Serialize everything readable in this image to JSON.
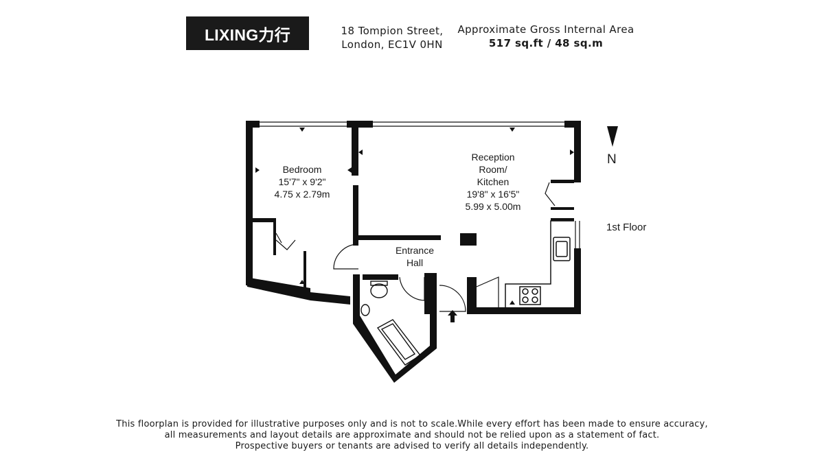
{
  "header": {
    "logo_text": "LIXING力行",
    "address_line1": "18 Tompion Street,",
    "address_line2": "London, EC1V 0HN",
    "area_label": "Approximate Gross Internal Area",
    "area_value": "517 sq.ft / 48 sq.m"
  },
  "rooms": {
    "bedroom": {
      "name": "Bedroom",
      "imperial": "15'7\" x 9'2\"",
      "metric": "4.75 x 2.79m"
    },
    "reception": {
      "line1": "Reception",
      "line2": "Room/",
      "line3": "Kitchen",
      "imperial": "19'8\" x 16'5\"",
      "metric": "5.99 x 5.00m"
    },
    "entrance": {
      "line1": "Entrance",
      "line2": "Hall"
    }
  },
  "compass": {
    "label": "N"
  },
  "floor_label": "1st Floor",
  "disclaimer": {
    "line1": "This floorplan is provided for illustrative purposes only and is not to scale.While every effort has been made to ensure accuracy,",
    "line2": "all measurements and layout details are approximate and should not be relied upon as a statement of fact.",
    "line3": "Prospective buyers or tenants are advised to verify all details independently."
  },
  "colors": {
    "wall": "#111111",
    "logo_bg": "#1a1a1a",
    "logo_text": "#ffffff"
  }
}
